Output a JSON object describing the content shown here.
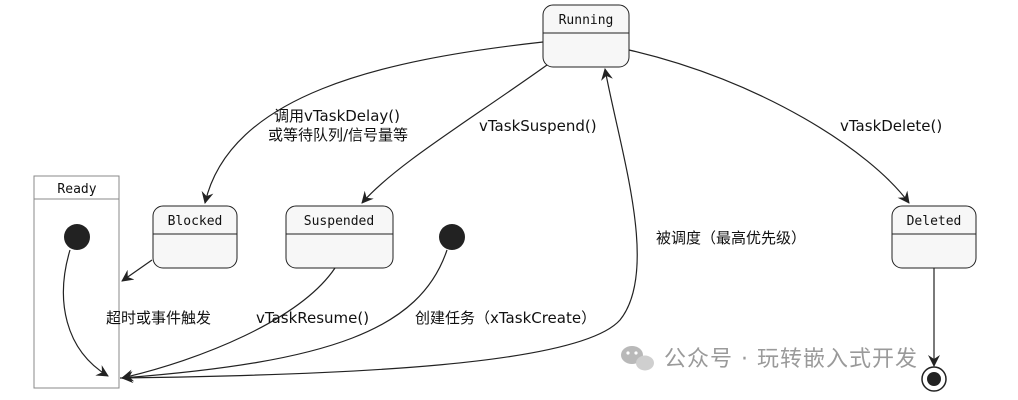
{
  "diagram": {
    "states": {
      "running": "Running",
      "ready": "Ready",
      "blocked": "Blocked",
      "suspended": "Suspended",
      "deleted": "Deleted"
    },
    "edges": {
      "delay_line1": "调用vTaskDelay()",
      "delay_line2": "或等待队列/信号量等",
      "suspend": "vTaskSuspend()",
      "delete": "vTaskDelete()",
      "schedule": "被调度（最高优先级）",
      "timeout": "超时或事件触发",
      "resume": "vTaskResume()",
      "create": "创建任务（xTaskCreate）"
    },
    "watermark": "公众号 · 玩转嵌入式开发",
    "colors": {
      "state_fill": "#f7f7f7",
      "stroke": "#222222",
      "ready_border": "#888888",
      "watermark": "#9a9a9a"
    }
  }
}
